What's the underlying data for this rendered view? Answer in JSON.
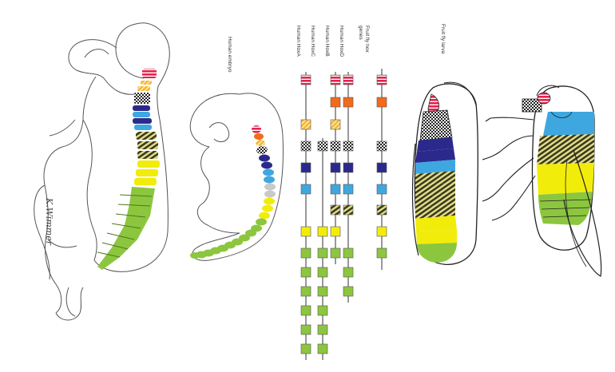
{
  "labels": {
    "human_embryo": "Human embryo",
    "hox_a": "Human HoxA",
    "hox_c": "Human HoxC",
    "hox_b": "Human HoxB",
    "hox_d": "Human HoxD",
    "fly_hox": "Fruit fly hox\ngenes",
    "fly_larva": "Fruit fly larva",
    "signature": "K.Wimmer"
  },
  "colors": {
    "red": "#e8204a",
    "orange": "#f26a1b",
    "yellow_hatched": "#f5b730",
    "checker": "#222222",
    "navy": "#2b2a8c",
    "sky": "#3fa7e0",
    "olive": "#8c8a2c",
    "yellow": "#f2ec0a",
    "green": "#8cc63f",
    "grey": "#c9c9c9"
  },
  "gene_clusters": [
    {
      "name": "HoxA",
      "genes": [
        "red",
        "yellow_hatched",
        "checker",
        "navy",
        "sky",
        "yellow",
        "green",
        "green",
        "green",
        "green",
        "green",
        "green"
      ]
    },
    {
      "name": "HoxC",
      "genes": [
        "checker",
        "yellow",
        "green",
        "green",
        "green",
        "green",
        "green",
        "green"
      ]
    },
    {
      "name": "HoxB",
      "genes": [
        "red",
        "orange",
        "yellow_hatched",
        "checker",
        "navy",
        "sky",
        "olive",
        "yellow",
        "green"
      ]
    },
    {
      "name": "HoxD",
      "genes": [
        "red",
        "orange",
        "checker",
        "navy",
        "sky",
        "olive",
        "green",
        "green",
        "green"
      ]
    },
    {
      "name": "Fruit fly",
      "genes": [
        "red",
        "orange",
        "checker",
        "navy",
        "sky",
        "olive",
        "yellow",
        "green"
      ]
    }
  ]
}
